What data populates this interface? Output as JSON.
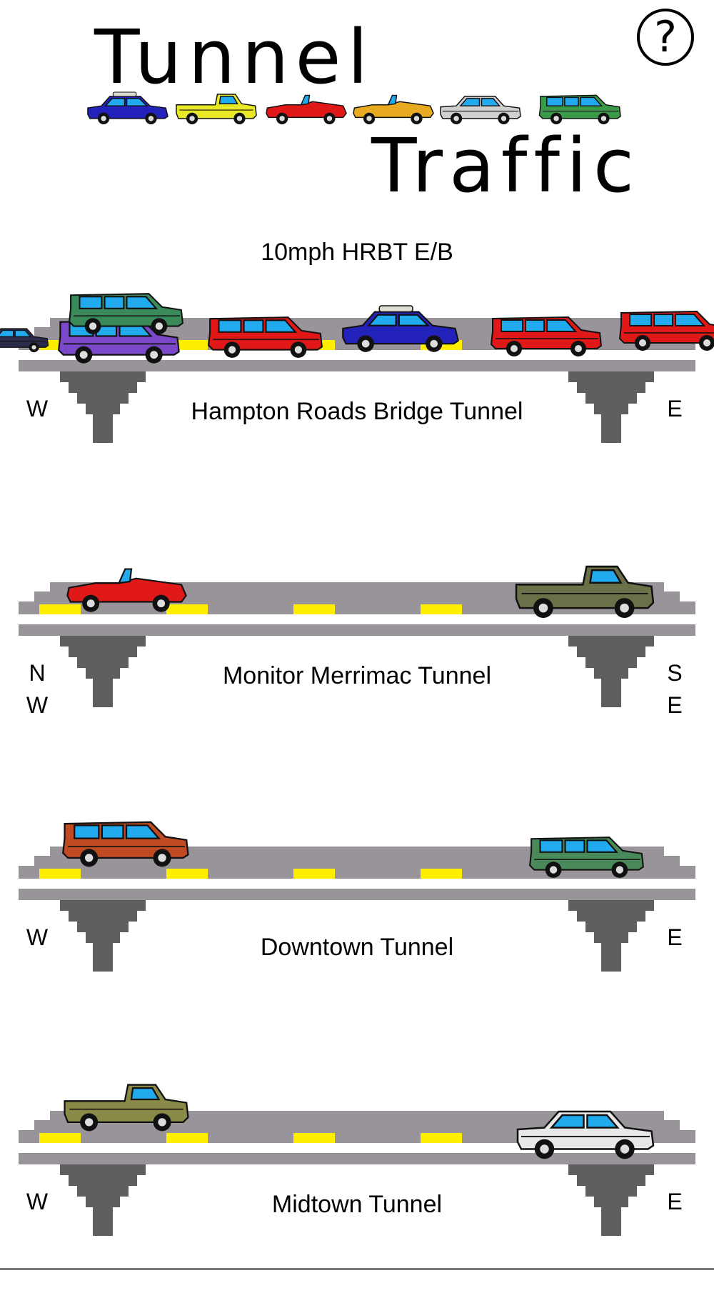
{
  "app": {
    "title_line1": "Tunnel",
    "title_line2": "Traffic",
    "help_label": "?",
    "status": "10mph HRBT E/B"
  },
  "colors": {
    "road": "#989499",
    "pillar": "#5f5f5f",
    "lane_marker": "#ffee00"
  },
  "tunnels": [
    {
      "name": "Hampton Roads Bridge Tunnel",
      "left_dir": [
        "W"
      ],
      "right_dir": [
        "E"
      ]
    },
    {
      "name": "Monitor Merrimac Tunnel",
      "left_dir": [
        "N",
        "W"
      ],
      "right_dir": [
        "S",
        "E"
      ]
    },
    {
      "name": "Downtown Tunnel",
      "left_dir": [
        "W"
      ],
      "right_dir": [
        "E"
      ]
    },
    {
      "name": "Midtown Tunnel",
      "left_dir": [
        "W"
      ],
      "right_dir": [
        "E"
      ]
    }
  ],
  "title_cars": [
    {
      "color": "#2222bb",
      "type": "hatch"
    },
    {
      "color": "#e8e826",
      "type": "truck"
    },
    {
      "color": "#e01818",
      "type": "convertible"
    },
    {
      "color": "#e8aa20",
      "type": "convertible"
    },
    {
      "color": "#d0d0d0",
      "type": "sedan"
    },
    {
      "color": "#3a9a48",
      "type": "suv"
    }
  ],
  "road_cars": [
    [
      {
        "color": "#2a2a4a",
        "type": "sedan"
      },
      {
        "color": "#7a48c8",
        "type": "suv"
      },
      {
        "color": "#3a8a5a",
        "type": "suv"
      },
      {
        "color": "#e01818",
        "type": "suv"
      },
      {
        "color": "#2222bb",
        "type": "hatch"
      },
      {
        "color": "#e01818",
        "type": "suv"
      },
      {
        "color": "#e01818",
        "type": "suv"
      }
    ],
    [
      {
        "color": "#e01818",
        "type": "convertible"
      },
      {
        "color": "#6b7048",
        "type": "truck"
      }
    ],
    [
      {
        "color": "#c04a22",
        "type": "suv"
      },
      {
        "color": "#4a8a5a",
        "type": "suv"
      }
    ],
    [
      {
        "color": "#8a8a48",
        "type": "truck"
      },
      {
        "color": "#e8e8e8",
        "type": "sedan"
      }
    ]
  ]
}
